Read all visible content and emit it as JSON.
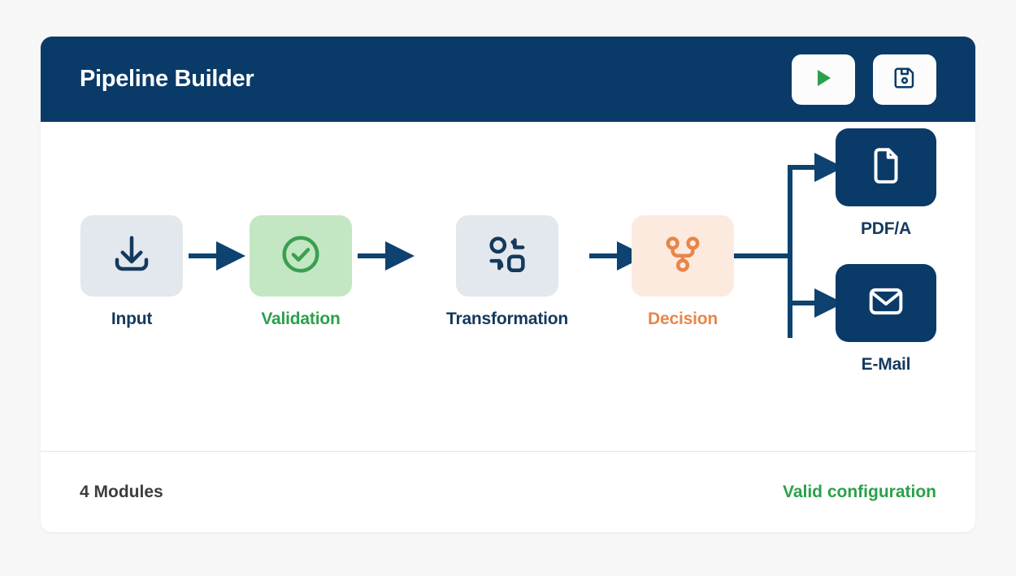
{
  "window": {
    "background_color": "#f7f7f7",
    "card_background": "#ffffff"
  },
  "header": {
    "title": "Pipeline Builder",
    "background_color": "#0a3a68",
    "title_color": "#ffffff",
    "actions": [
      {
        "name": "run-button",
        "icon": "play-icon",
        "icon_color": "#2ba04a",
        "label": "Run"
      },
      {
        "name": "save-button",
        "icon": "save-icon",
        "icon_color": "#0a3a68",
        "label": "Save"
      }
    ]
  },
  "pipeline": {
    "nodes": [
      {
        "id": "input",
        "label": "Input",
        "icon": "download-icon",
        "box_color": "#e2e8ed",
        "icon_color": "#15395e",
        "label_color": "#15395e"
      },
      {
        "id": "validation",
        "label": "Validation",
        "icon": "check-circle-icon",
        "box_color": "#c3e6c3",
        "icon_color": "#3aa050",
        "label_color": "#2ba04a"
      },
      {
        "id": "transformation",
        "label": "Transformation",
        "icon": "transform-icon",
        "box_color": "#e2e8ed",
        "icon_color": "#15395e",
        "label_color": "#15395e"
      },
      {
        "id": "decision",
        "label": "Decision",
        "icon": "git-branch-icon",
        "box_color": "#fdeade",
        "icon_color": "#e8864a",
        "label_color": "#e8864a"
      }
    ],
    "outputs": [
      {
        "id": "pdfa",
        "label": "PDF/A",
        "icon": "document-icon",
        "box_color": "#0a3a68",
        "icon_color": "#ffffff",
        "label_color": "#15395e"
      },
      {
        "id": "email",
        "label": "E-Mail",
        "icon": "envelope-icon",
        "box_color": "#0a3a68",
        "icon_color": "#ffffff",
        "label_color": "#15395e"
      }
    ],
    "connector_color": "#0d4271"
  },
  "footer": {
    "module_count": "4 Modules",
    "status": "Valid configuration",
    "status_color": "#2ba04a",
    "count_color": "#3d3d3d"
  }
}
